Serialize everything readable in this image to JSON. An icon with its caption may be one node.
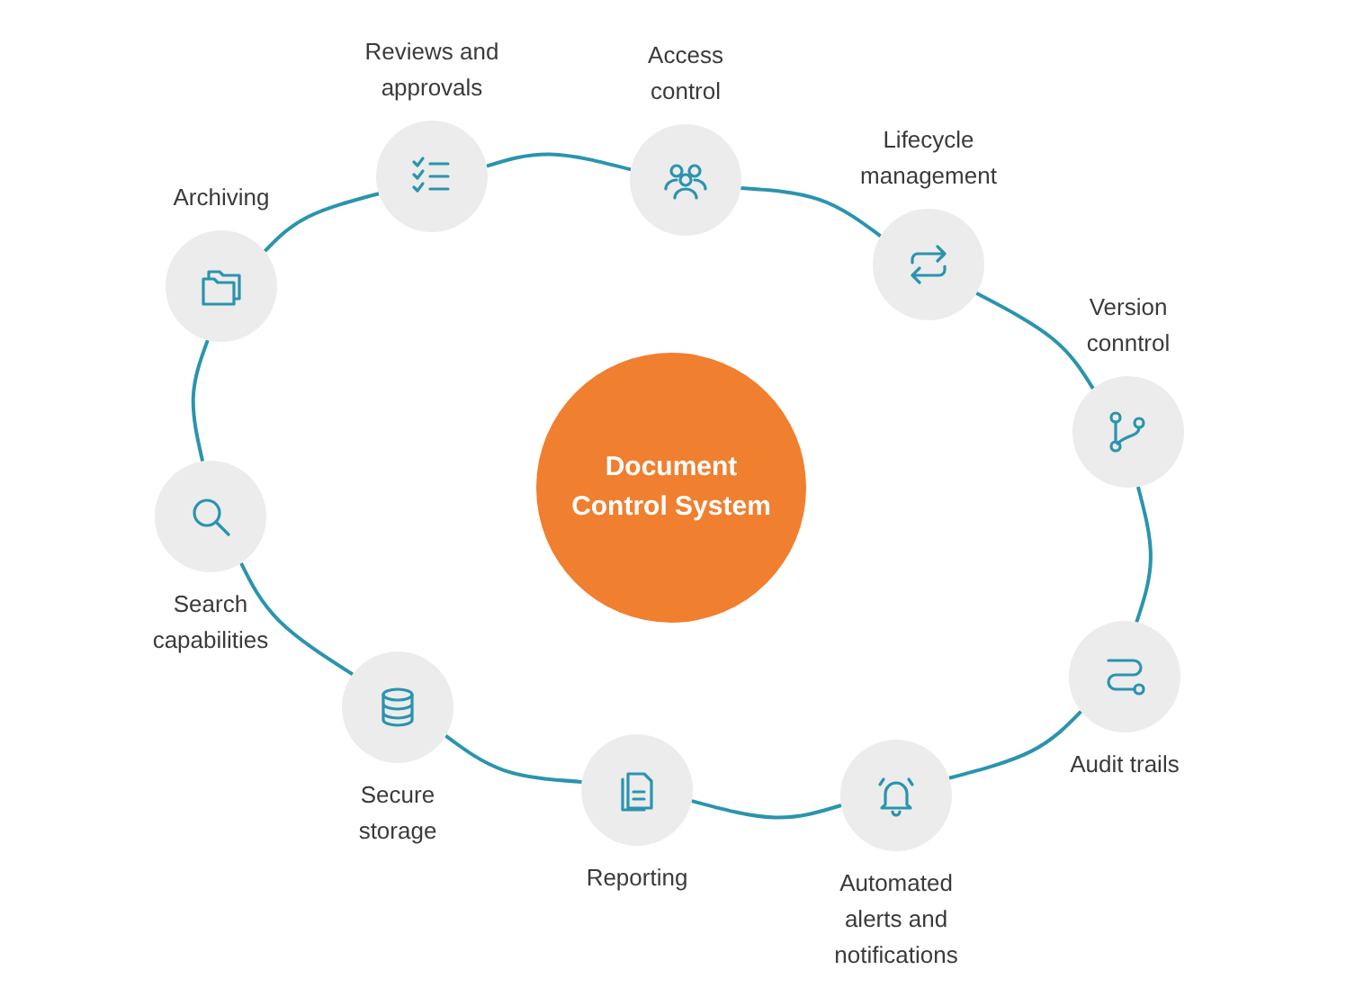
{
  "diagram": {
    "nodes": [
      {
        "text": [
          "Document Control System"
        ]
      },
      {
        "text": [
          "Reviews and approvals"
        ]
      },
      {
        "text": [
          "Access control"
        ]
      },
      {
        "text": [
          "Lifecycle management"
        ]
      },
      {
        "text": [
          "Version conntrol"
        ]
      },
      {
        "text": [
          "Audit trails"
        ]
      },
      {
        "text": [
          "Automated alerts and notifications"
        ]
      },
      {
        "text": [
          "Reporting"
        ]
      },
      {
        "text": [
          "Secure storage"
        ]
      },
      {
        "text": [
          "Search capabilities"
        ]
      },
      {
        "text": [
          "Archiving"
        ]
      }
    ],
    "edges": [
      {
        "from": 1,
        "to": 2,
        "arrow": "none"
      },
      {
        "from": 2,
        "to": 3,
        "arrow": "none"
      },
      {
        "from": 3,
        "to": 4,
        "arrow": "none"
      },
      {
        "from": 4,
        "to": 5,
        "arrow": "none"
      },
      {
        "from": 5,
        "to": 6,
        "arrow": "none"
      },
      {
        "from": 6,
        "to": 7,
        "arrow": "none"
      },
      {
        "from": 7,
        "to": 8,
        "arrow": "none"
      },
      {
        "from": 8,
        "to": 9,
        "arrow": "none"
      },
      {
        "from": 9,
        "to": 10,
        "arrow": "none"
      },
      {
        "from": 10,
        "to": 1,
        "arrow": "none"
      }
    ]
  }
}
